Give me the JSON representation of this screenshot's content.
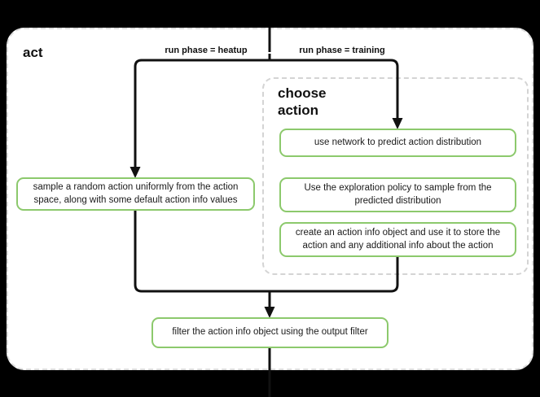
{
  "diagram": {
    "type": "flowchart",
    "direction": "top-to-bottom",
    "background_color": "#000000",
    "card_color": "#ffffff",
    "node_border_color": "#8cc96c",
    "edge_color": "#111111",
    "cluster_border_color": "#dddddd"
  },
  "outer_cluster": {
    "title": "act"
  },
  "inner_cluster": {
    "title": "choose\naction"
  },
  "edge_labels": {
    "heatup": "run phase = heatup",
    "training": "run phase = training"
  },
  "nodes": {
    "sample": "sample a random action uniformly from the action space, along with some default action info values",
    "predict": "use network to predict action distribution",
    "explore": "Use the exploration policy to sample from the predicted distribution",
    "create": "create an action info object and use it to store the action and any additional info about the action",
    "filter": "filter the action info object using the output filter"
  }
}
